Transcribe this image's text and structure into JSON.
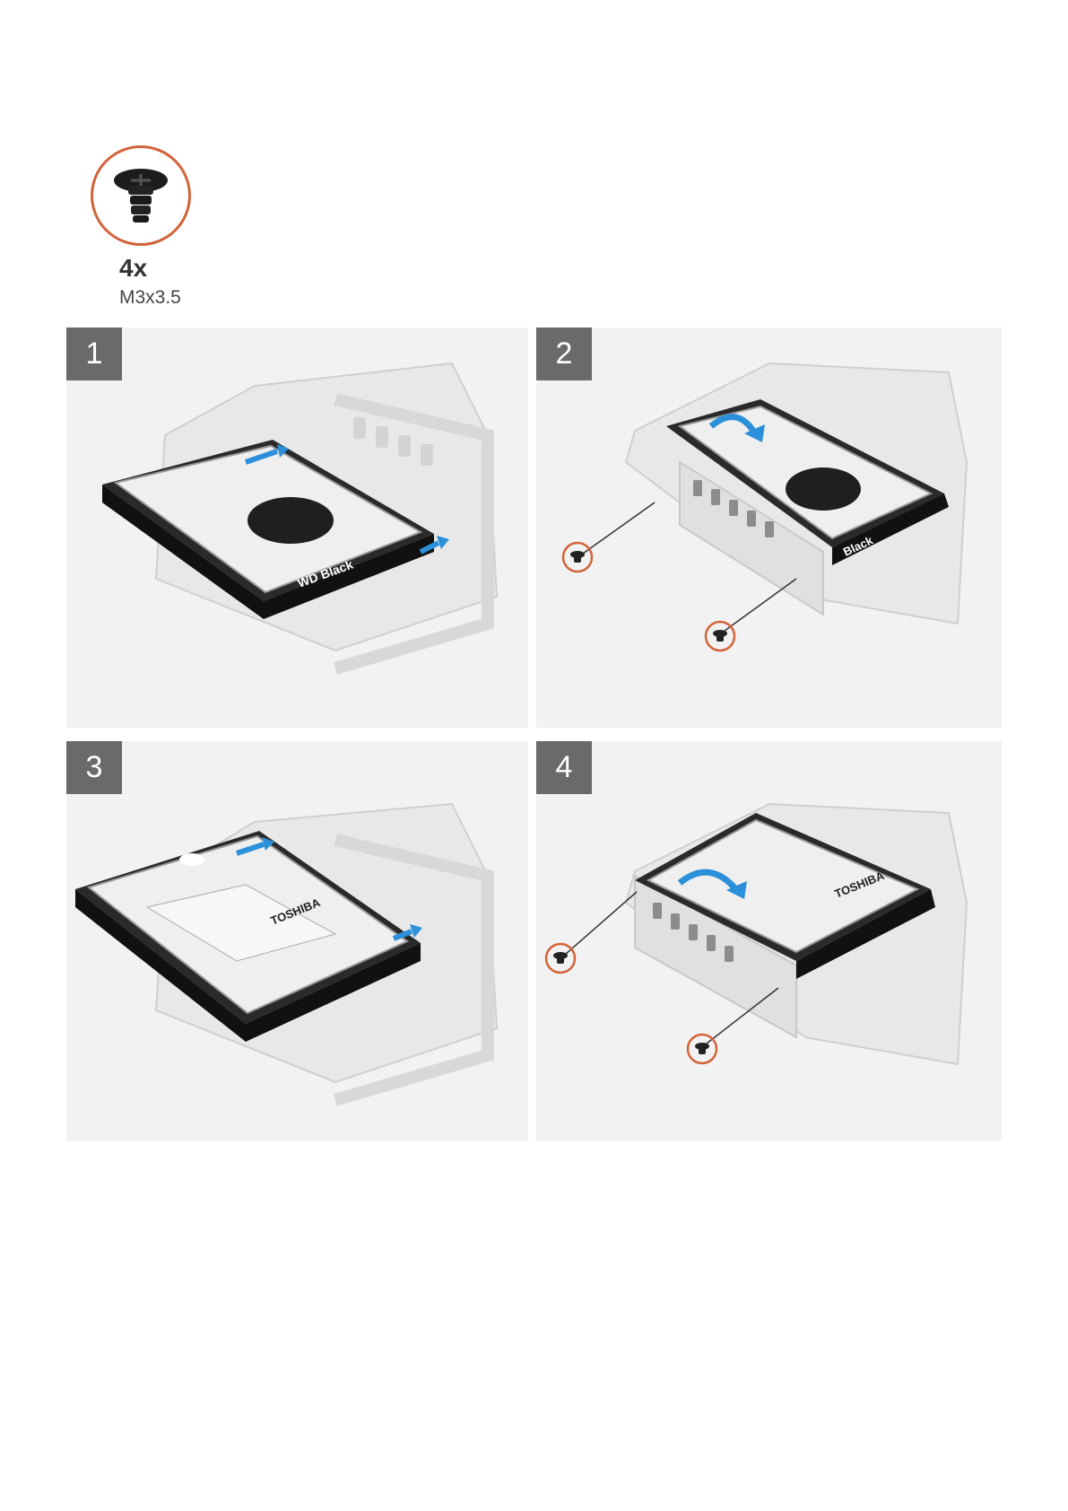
{
  "screw": {
    "quantity": "4x",
    "size": "M3x3.5"
  },
  "steps": [
    {
      "number": "1",
      "drive_brand": "WD Black"
    },
    {
      "number": "2",
      "drive_brand": "Black"
    },
    {
      "number": "3",
      "drive_brand": "TOSHIBA"
    },
    {
      "number": "4",
      "drive_brand": "TOSHIBA"
    }
  ],
  "colors": {
    "screw_ring": "#d2643a",
    "arrow": "#2b8fd9",
    "step_badge": "#6a6a6a",
    "panel_bg": "#f2f2f2"
  }
}
